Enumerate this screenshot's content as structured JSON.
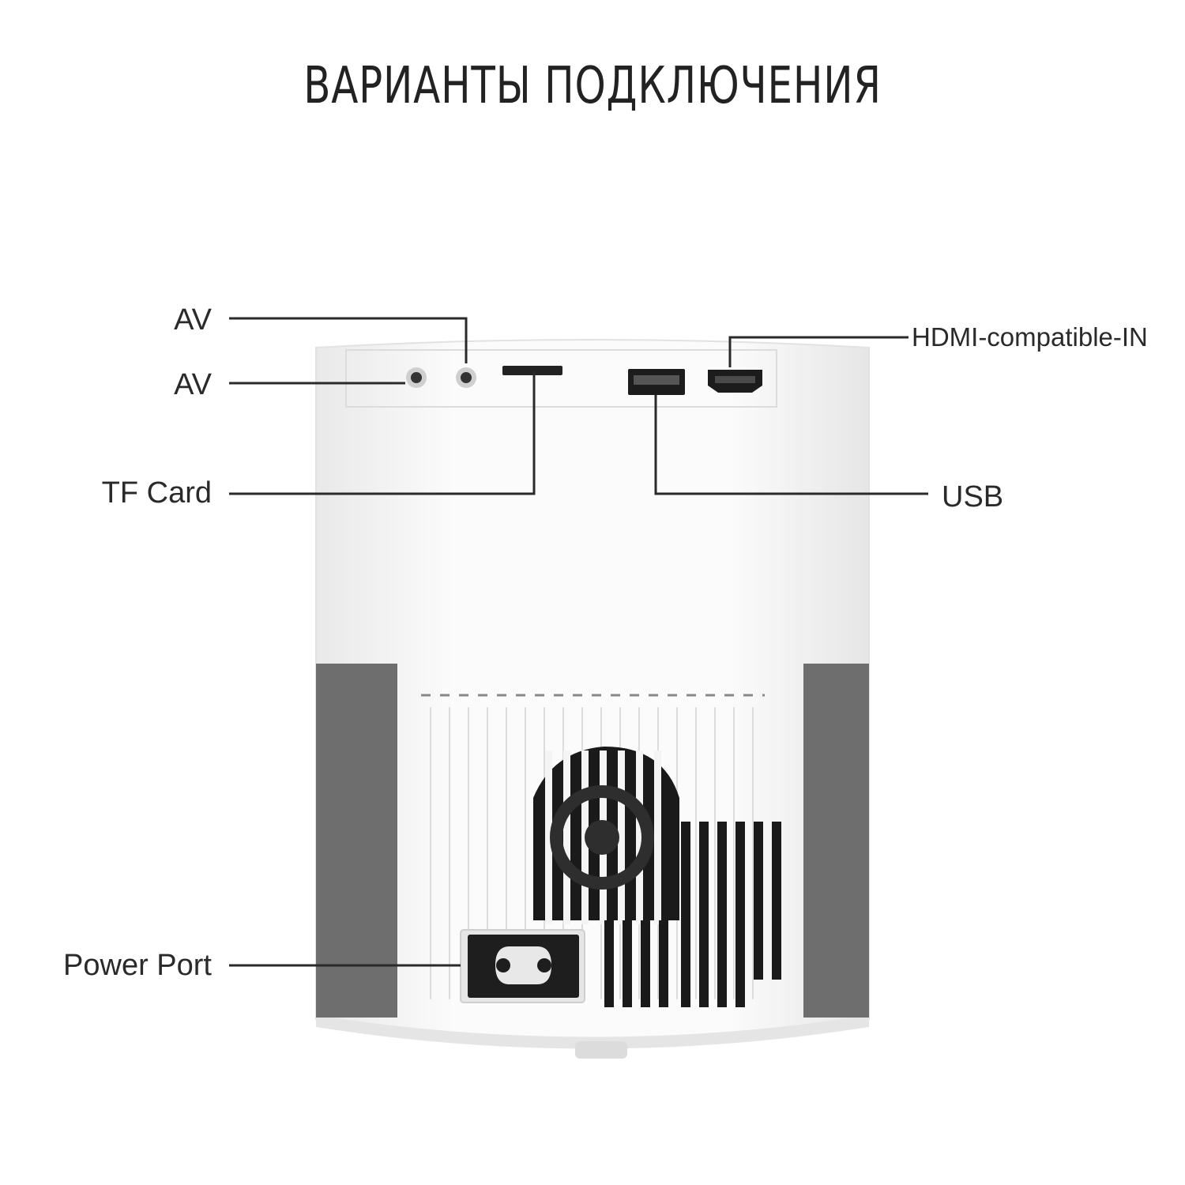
{
  "title": "ВАРИАНТЫ ПОДКЛЮЧЕНИЯ",
  "callouts": {
    "av_top": "AV",
    "av_bottom": "AV",
    "tf_card": "TF Card",
    "power_port": "Power Port",
    "hdmi": "HDMI-compatible-IN",
    "usb": "USB"
  },
  "colors": {
    "body": "#f7f7f7",
    "side_panels": "#6e6e6e",
    "vent_dark": "#161616",
    "text": "#222222"
  }
}
